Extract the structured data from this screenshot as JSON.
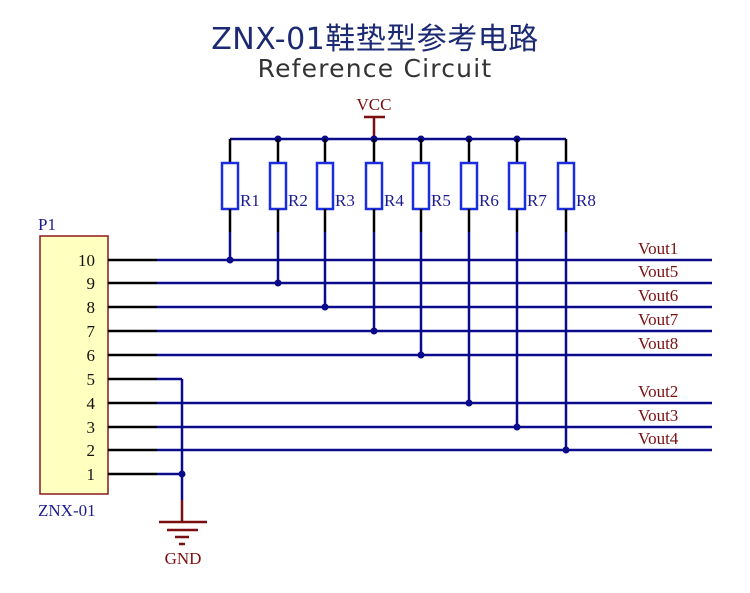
{
  "title": {
    "main": "ZNX-01鞋垫型参考电路",
    "sub": "Reference Circuit"
  },
  "colors": {
    "wire": "#0a0a8a",
    "pin_wire": "#000000",
    "resistor": "#1a2ee0",
    "power": "#7a0f0f",
    "connector_fill": "#ffffc0",
    "connector_border": "#8b1a1a",
    "label_blue": "#1b1b8f"
  },
  "power": {
    "vcc_label": "VCC",
    "gnd_label": "GND"
  },
  "connector": {
    "designator": "P1",
    "part": "ZNX-01",
    "pins": [
      "10",
      "9",
      "8",
      "7",
      "6",
      "5",
      "4",
      "3",
      "2",
      "1"
    ]
  },
  "resistors": [
    {
      "label": "R1",
      "net": "Vout1",
      "pin": "10"
    },
    {
      "label": "R2",
      "net": "Vout5",
      "pin": "9"
    },
    {
      "label": "R3",
      "net": "Vout6",
      "pin": "8"
    },
    {
      "label": "R4",
      "net": "Vout7",
      "pin": "7"
    },
    {
      "label": "R5",
      "net": "Vout8",
      "pin": "6"
    },
    {
      "label": "R6",
      "net": "Vout2",
      "pin": "4"
    },
    {
      "label": "R7",
      "net": "Vout3",
      "pin": "3"
    },
    {
      "label": "R8",
      "net": "Vout4",
      "pin": "2"
    }
  ],
  "outputs": [
    "Vout1",
    "Vout5",
    "Vout6",
    "Vout7",
    "Vout8",
    "Vout2",
    "Vout3",
    "Vout4"
  ]
}
